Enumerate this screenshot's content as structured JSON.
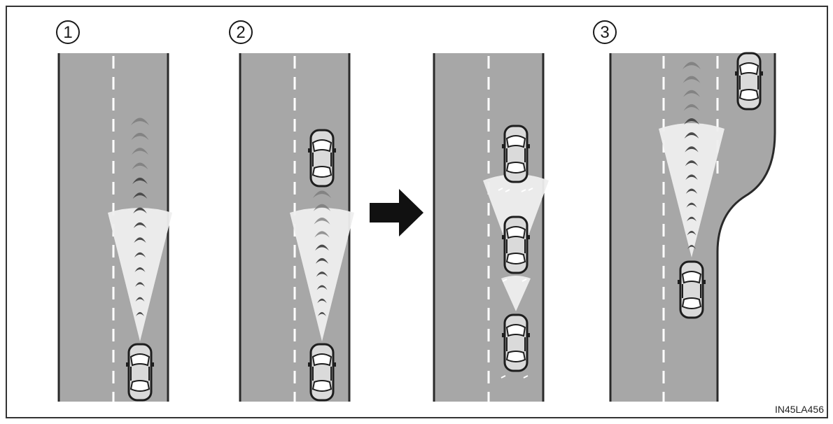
{
  "panels": [
    {
      "label": "1"
    },
    {
      "label": "2"
    },
    {
      "label": "3"
    }
  ],
  "figure_code": "IN45LA456",
  "colors": {
    "background": "#ffffff",
    "frame": "#333333",
    "road": "#a7a7a7",
    "road_edge": "#2a2a2a",
    "lane_mark": "#ffffff",
    "beam": "#eeeeee",
    "car_body": "#dadada",
    "car_outline": "#1e1e1e",
    "arrow": "#111111"
  },
  "icons": [
    "circled-number",
    "vehicle-icon",
    "radar-beam",
    "radar-wave",
    "transition-arrow-icon"
  ]
}
